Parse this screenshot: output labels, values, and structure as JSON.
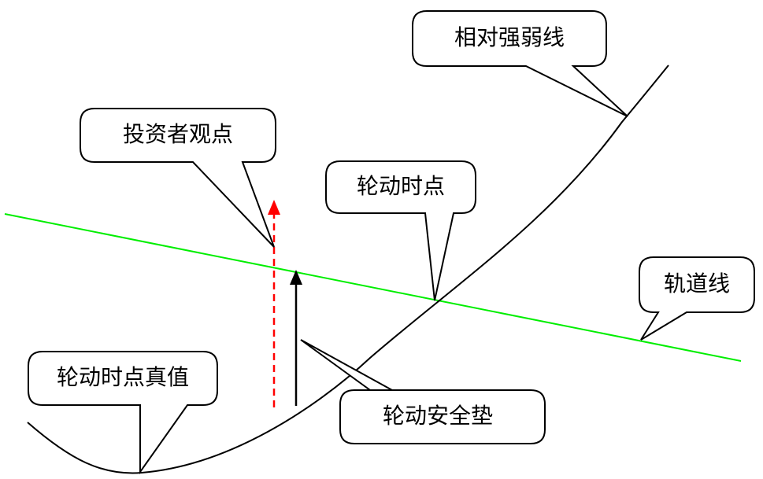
{
  "diagram": {
    "colors": {
      "relative_strength_line": "#000000",
      "track_line": "#00ee00",
      "investor_arrow": "#ff0000",
      "cushion_arrow": "#000000",
      "callout_border": "#000000",
      "callout_fill": "#ffffff"
    },
    "labels": {
      "relative_strength": "相对强弱线",
      "investor_view": "投资者观点",
      "rotation_point": "轮动时点",
      "track_line": "轨道线",
      "rotation_true_value": "轮动时点真值",
      "rotation_cushion": "轮动安全垫"
    }
  }
}
